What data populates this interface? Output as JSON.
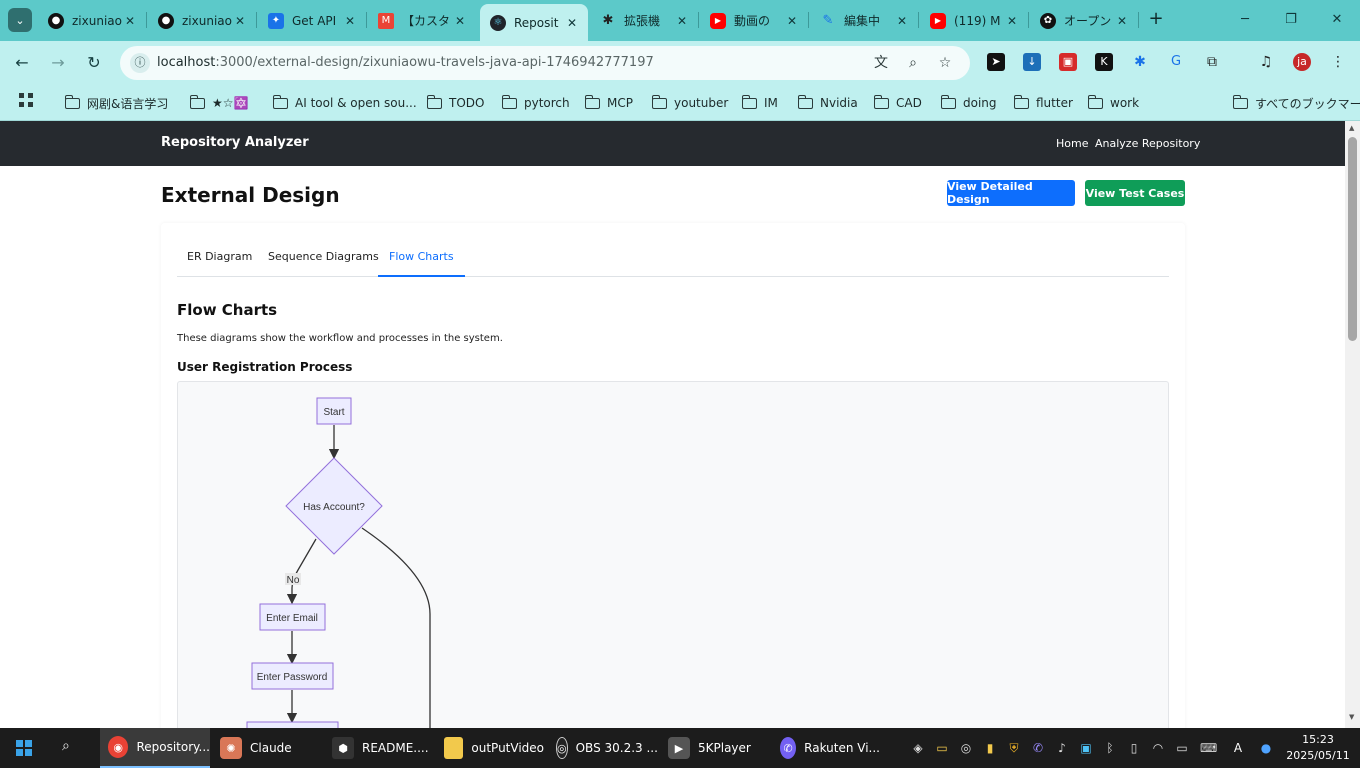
{
  "browser": {
    "tabs": [
      {
        "title": "zixuniao",
        "icon": "github-icon"
      },
      {
        "title": "zixuniao",
        "icon": "github-icon"
      },
      {
        "title": "Get API",
        "icon": "bluesky-icon"
      },
      {
        "title": "【カスタ",
        "icon": "gmail-icon"
      },
      {
        "title": "Reposit",
        "icon": "react-icon",
        "active": true
      },
      {
        "title": "拡張機",
        "icon": "puzzle-icon"
      },
      {
        "title": "動画の",
        "icon": "youtube-icon"
      },
      {
        "title": "編集中",
        "icon": "edit-icon"
      },
      {
        "title": "(119) M",
        "icon": "youtube-icon"
      },
      {
        "title": "オープン",
        "icon": "openai-icon"
      }
    ],
    "url_host": "localhost",
    "url_path": ":3000/external-design/zixuniaowu-travels-java-api-1746942777197",
    "bookmarks": [
      "网剧&语言学习",
      "★☆🔯",
      "AI tool & open sou...",
      "TODO",
      "pytorch",
      "MCP",
      "youtuber",
      "IM",
      "Nvidia",
      "CAD",
      "doing",
      "flutter",
      "work"
    ],
    "all_bookmarks": "すべてのブックマーク",
    "profile_initials": "ja"
  },
  "app": {
    "brand": "Repository Analyzer",
    "nav": [
      "Home",
      "Analyze Repository"
    ],
    "page_title": "External Design",
    "btn_detailed": "View Detailed Design",
    "btn_tests": "View Test Cases",
    "tabs": [
      "ER Diagram",
      "Sequence Diagrams",
      "Flow Charts"
    ],
    "active_tab": "Flow Charts",
    "section_title": "Flow Charts",
    "section_desc": "These diagrams show the workflow and processes in the system.",
    "flow_title": "User Registration Process",
    "flow": {
      "start": "Start",
      "decision": "Has Account?",
      "edge_no": "No",
      "step1": "Enter Email",
      "step2": "Enter Password"
    }
  },
  "taskbar": {
    "apps": [
      "Repository...",
      "Claude",
      "README....",
      "outPutVideo",
      "OBS 30.2.3 ...",
      "5KPlayer",
      "Rakuten Vi..."
    ],
    "ime": "A",
    "time": "15:23",
    "date": "2025/05/11"
  },
  "colors": {
    "chrome": "#5cc9c9",
    "chrome_light": "#bff0ef",
    "navbar": "#262a2f",
    "primary": "#0d6efd",
    "success": "#0f9d58",
    "node_fill": "#ececff",
    "node_stroke": "#9370db"
  }
}
